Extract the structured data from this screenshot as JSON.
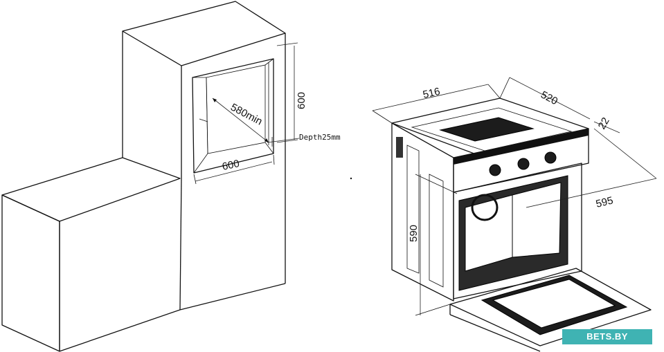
{
  "installation": {
    "niche_depth_label": "580min",
    "niche_height_label": "600",
    "niche_width_label": "600",
    "gap_label": "Depth25mm"
  },
  "oven": {
    "width_label": "516",
    "depth_label": "520",
    "panel_label": "22",
    "height_label": "590",
    "overall_width_label": "595"
  },
  "watermark": {
    "text": "BETS.BY",
    "color": "#3fb3b3"
  }
}
